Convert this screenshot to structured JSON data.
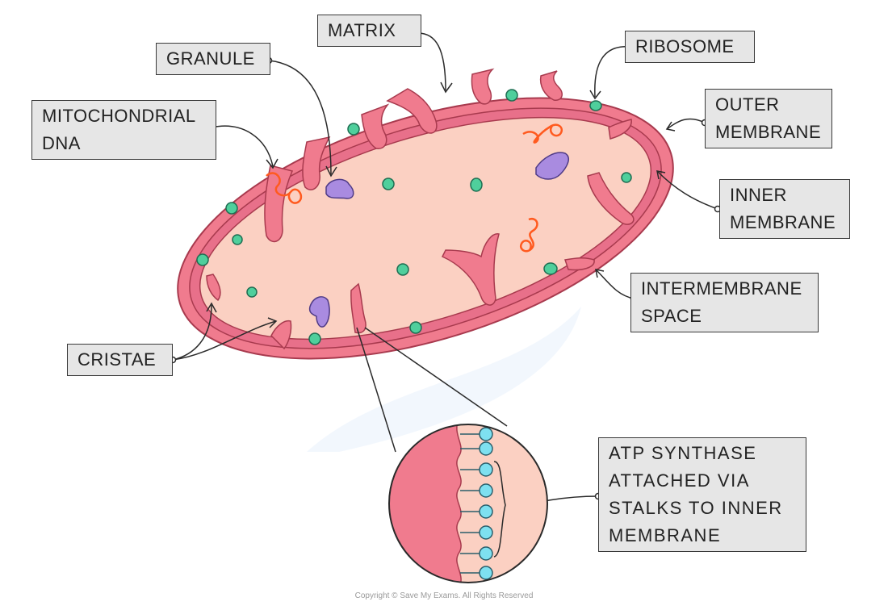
{
  "labels": {
    "matrix": "MATRIX",
    "granule": "GRANULE",
    "ribosome": "RIBOSOME",
    "mito_dna": [
      "MITOCHONDRIAL",
      "DNA"
    ],
    "outer_membrane": [
      "OUTER",
      "MEMBRANE"
    ],
    "inner_membrane": [
      "INNER",
      "MEMBRANE"
    ],
    "intermembrane_space": [
      "INTERMEMBRANE",
      "SPACE"
    ],
    "cristae": "CRISTAE",
    "atp_synthase": [
      "ATP SYNTHASE",
      "ATTACHED VIA",
      "STALKS TO INNER",
      "MEMBRANE"
    ]
  },
  "footer": {
    "copyright": "Copyright © Save My Exams. All Rights Reserved"
  },
  "colors": {
    "outer": "#f07b8e",
    "membrane_stroke": "#a83a4e",
    "matrix": "#fbd0c2",
    "ribosome": "#4fcf9c",
    "granule": "#a98be0",
    "dna": "#ff5a1f",
    "atp": "#7ee0f0"
  }
}
